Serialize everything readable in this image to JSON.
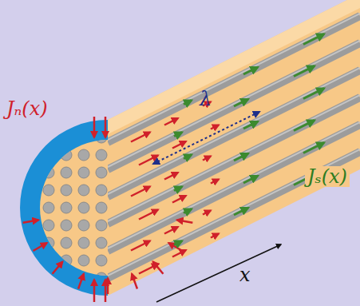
{
  "diagram": {
    "labels": [
      "λ",
      "Jₙ(x)",
      "Jₛ(x)",
      "x"
    ]
  }
}
